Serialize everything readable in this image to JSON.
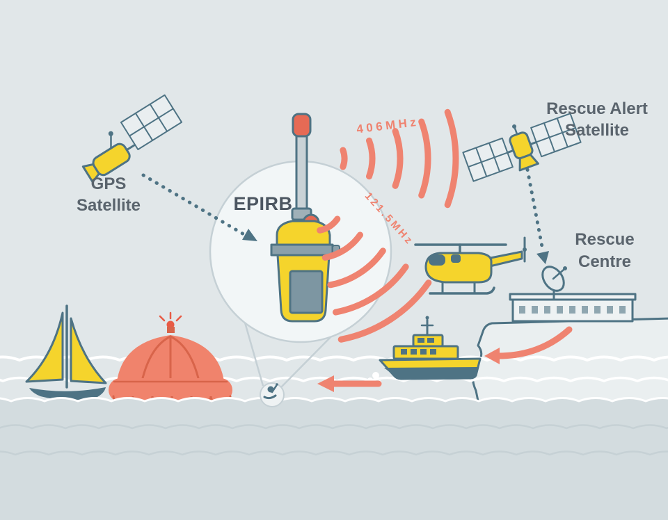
{
  "scene": {
    "title": "EPIRB emergency beacon rescue diagram",
    "type": "diagram"
  },
  "labels": {
    "gps_satellite": {
      "line1": "GPS",
      "line2": "Satellite"
    },
    "rescue_alert_satellite": {
      "line1": "Rescue Alert",
      "line2": "Satellite"
    },
    "rescue_centre": {
      "line1": "Rescue",
      "line2": "Centre"
    },
    "epirb": "EPIRB",
    "freq_primary": "406MHz",
    "freq_secondary": "121.5MHz"
  },
  "colors": {
    "sky": "#e1e7e9",
    "sea": "#d3dcdf",
    "wave_white": "#ffffff",
    "yellow": "#f5d42c",
    "salmon": "#ef8370",
    "red_tip": "#e66a55",
    "teal_outline": "#4e7384",
    "label_text": "#5a646d",
    "panel_fill": "#e9eef0",
    "zoom_circle_fill": "#f2f6f7",
    "raft": "#f0836c",
    "raft_seam": "#d8644a",
    "antenna_gray": "#c9d2d6",
    "band_gray": "#8ba0aa",
    "screen_gray": "#7d96a2"
  },
  "elements": [
    {
      "name": "gps-satellite"
    },
    {
      "name": "rescue-alert-satellite"
    },
    {
      "name": "epirb-beacon"
    },
    {
      "name": "signal-waves-406mhz"
    },
    {
      "name": "signal-waves-121-5mhz"
    },
    {
      "name": "helicopter"
    },
    {
      "name": "rescue-centre-building"
    },
    {
      "name": "satellite-dish"
    },
    {
      "name": "lifeboat"
    },
    {
      "name": "sailboat"
    },
    {
      "name": "life-raft"
    },
    {
      "name": "person-in-water"
    },
    {
      "name": "gps-signal-dotted-arrow"
    },
    {
      "name": "alert-downlink-dotted-arrow"
    },
    {
      "name": "rescue-centre-to-lifeboat-arrow"
    },
    {
      "name": "lifeboat-to-casualty-arrow"
    }
  ]
}
